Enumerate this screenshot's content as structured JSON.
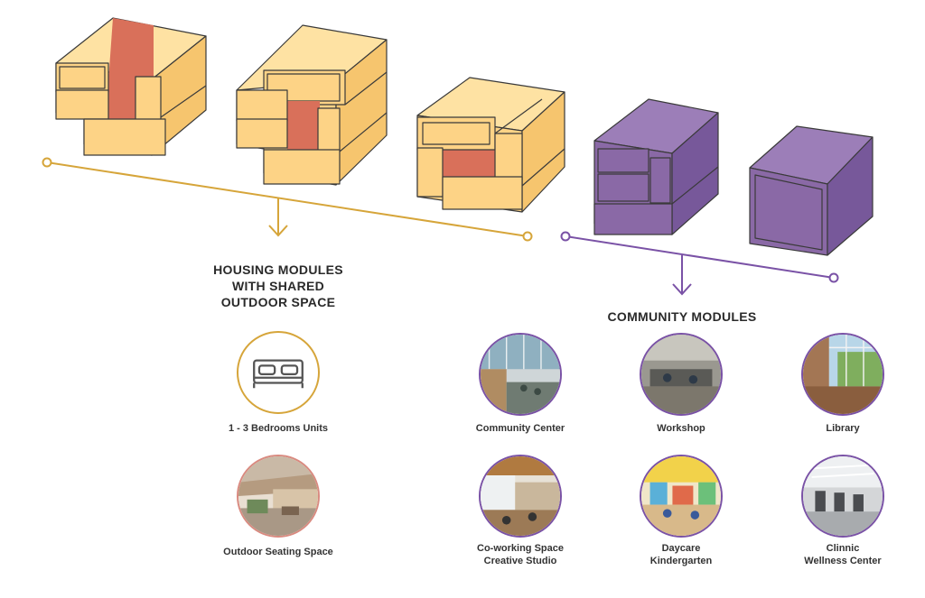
{
  "headings": {
    "housing": [
      "HOUSING MODULES",
      "WITH SHARED",
      "OUTDOOR SPACE"
    ],
    "community": "COMMUNITY MODULES"
  },
  "housing_items": [
    {
      "label": "1 - 3 Bedrooms Units",
      "icon": "bed-icon"
    },
    {
      "label": "Outdoor Seating Space",
      "icon": "outdoor-seating-photo"
    }
  ],
  "community_items": [
    {
      "lines": [
        "Community Center"
      ],
      "icon": "community-center-photo"
    },
    {
      "lines": [
        "Workshop"
      ],
      "icon": "workshop-photo"
    },
    {
      "lines": [
        "Library"
      ],
      "icon": "library-photo"
    },
    {
      "lines": [
        "Co-working Space",
        "Creative Studio"
      ],
      "icon": "coworking-photo"
    },
    {
      "lines": [
        "Daycare",
        "Kindergarten"
      ],
      "icon": "daycare-photo"
    },
    {
      "lines": [
        "Clinnic",
        "Wellness Center"
      ],
      "icon": "clinic-photo"
    }
  ],
  "colors": {
    "housing_module": "#fdd386",
    "housing_shared": "#d9705a",
    "housing_line": "#d6a53a",
    "community_module": "#8a69a6",
    "community_line": "#7a52a6",
    "bed_ring": "#d6a53a",
    "outdoor_ring": "#d98a80"
  }
}
